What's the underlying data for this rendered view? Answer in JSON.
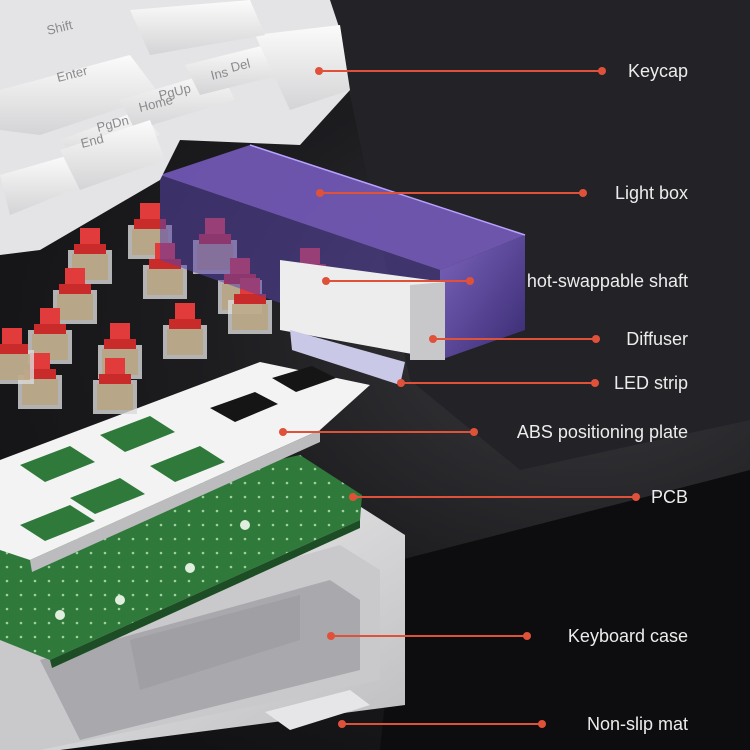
{
  "callouts": [
    {
      "label": "Keycap",
      "icon": "keycap-icon"
    },
    {
      "label": "Light box",
      "icon": "light-box-icon"
    },
    {
      "label": "hot-swappable shaft",
      "icon": "switch-icon"
    },
    {
      "label": "Diffuser",
      "icon": "diffuser-icon"
    },
    {
      "label": "LED strip",
      "icon": "led-strip-icon"
    },
    {
      "label": "ABS positioning plate",
      "icon": "plate-icon"
    },
    {
      "label": "PCB",
      "icon": "pcb-icon"
    },
    {
      "label": "Keyboard case",
      "icon": "case-icon"
    },
    {
      "label": "Non-slip mat",
      "icon": "mat-icon"
    }
  ],
  "keycaps": [
    "Enter",
    "Home",
    "PgUp",
    "Ins",
    "Del",
    "End",
    "PgDn",
    "Shift"
  ],
  "colors": {
    "accent": "#e0513a",
    "label": "#ececec",
    "switch_red": "#e23b3b",
    "light_box": "#6a4fb8",
    "pcb": "#2f7a3a"
  }
}
